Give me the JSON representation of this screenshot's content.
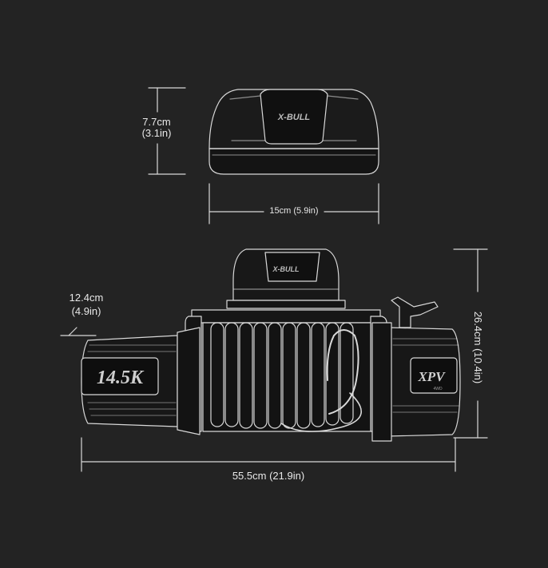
{
  "colors": {
    "background": "#232323",
    "line": "#d8d8d8",
    "body_fill": "#151515"
  },
  "icons": {
    "control_box_logo": "x-bull-logo",
    "side_badge_left": "14.5K",
    "side_badge_right": "XPV logo"
  },
  "dimensions": {
    "control_box_height_cm": "7.7cm",
    "control_box_height_in": "(3.1in)",
    "control_box_width": "15cm (5.9in)",
    "drum_depth_cm": "12.4cm",
    "drum_depth_in": "(4.9in)",
    "total_height": "26.4cm (10.4in)",
    "total_length": "55.5cm (21.9in)"
  },
  "logos": {
    "brand": "X-BULL",
    "model": "14.5K",
    "series": "XPV",
    "series_sub": "4WD"
  }
}
